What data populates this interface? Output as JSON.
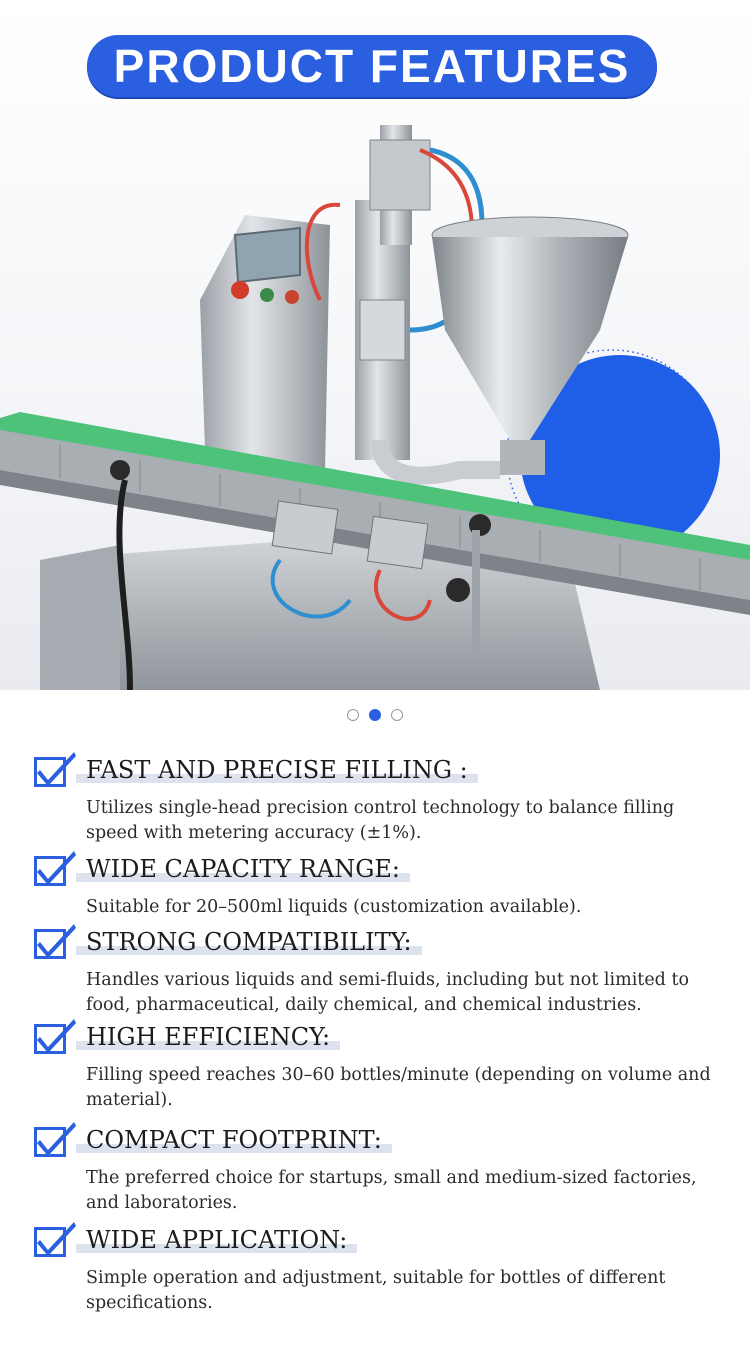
{
  "header": {
    "title": "PRODUCT FEATURES"
  },
  "carousel": {
    "total": 3,
    "active_index": 1
  },
  "colors": {
    "accent": "#2a5fe0",
    "text": "#1c1c1c",
    "underline": "#dde3ee"
  },
  "features": [
    {
      "icon": "checkmark-icon",
      "title": "FAST AND PRECISE FILLING :",
      "desc": "Utilizes single-head precision control technology to balance filling speed with metering accuracy (±1%)."
    },
    {
      "icon": "checkmark-icon",
      "title": "WIDE CAPACITY RANGE:",
      "desc": "Suitable for 20–500ml liquids (customization available)."
    },
    {
      "icon": "checkmark-icon",
      "title": "STRONG COMPATIBILITY:",
      "desc": "Handles various liquids and semi-fluids, including but not limited to food, pharmaceutical, daily chemical, and chemical industries."
    },
    {
      "icon": "checkmark-icon",
      "title": "HIGH EFFICIENCY:",
      "desc": "Filling speed reaches 30–60 bottles/minute (depending on volume and material)."
    },
    {
      "icon": "checkmark-icon",
      "title": "COMPACT FOOTPRINT:",
      "desc": "The preferred choice for startups, small and medium-sized factories, and laboratories."
    },
    {
      "icon": "checkmark-icon",
      "title": "WIDE APPLICATION:",
      "desc": "Simple operation and adjustment, suitable for bottles of different specifications."
    }
  ]
}
